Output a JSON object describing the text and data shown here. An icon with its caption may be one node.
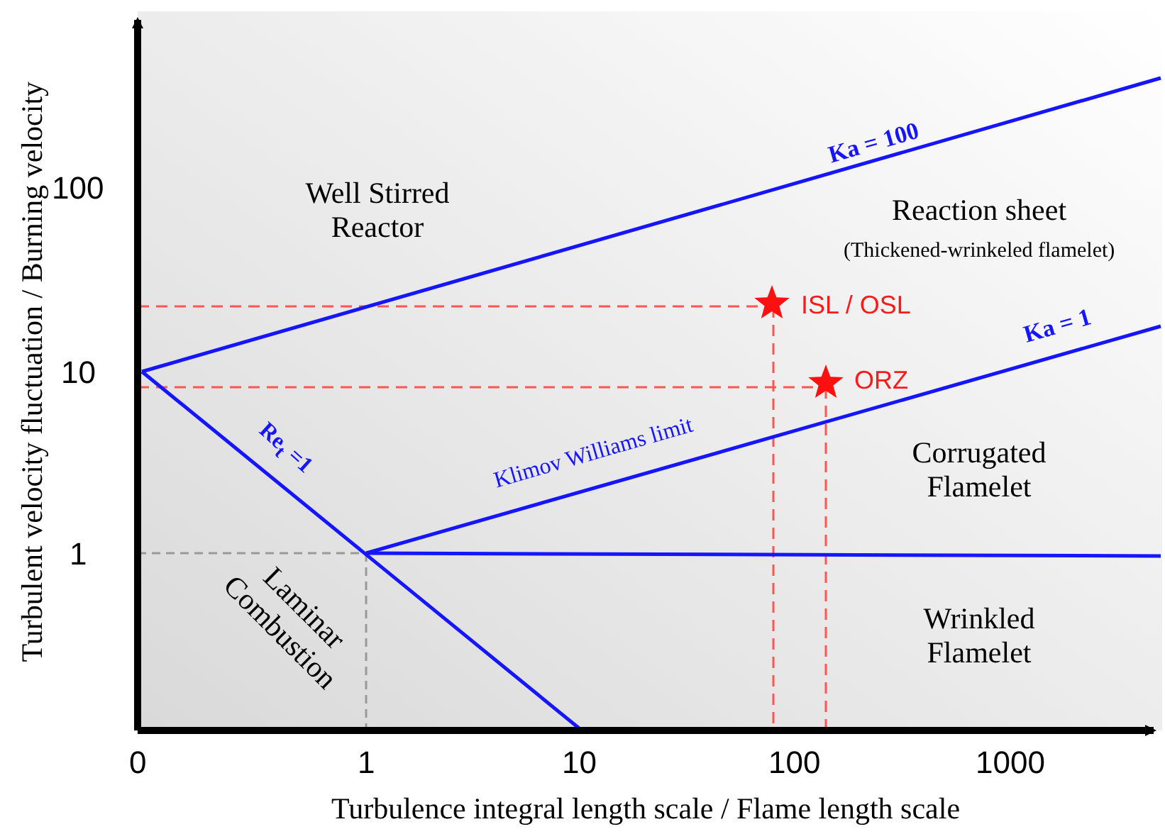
{
  "diagram": {
    "labels": [
      "Turbulent velocity fluctuation / Burning velocity",
      "100",
      "Ka = 100",
      "Well Stirred Reactor",
      "Reaction sheet",
      "(Thickened-wrinkeled flamelet)",
      "ISL / OSL",
      "10",
      "ORZ",
      "Ka = 1",
      "Re$_{t}$ =1",
      "Klimov Williams limit",
      "Corrugated Flamelet",
      "1",
      "Laminar Combustion",
      "Wrinkled Flamelet",
      "0",
      "1",
      "10",
      "100",
      "1000",
      "Turbulence integral length scale / Flame length scale"
    ]
  }
}
